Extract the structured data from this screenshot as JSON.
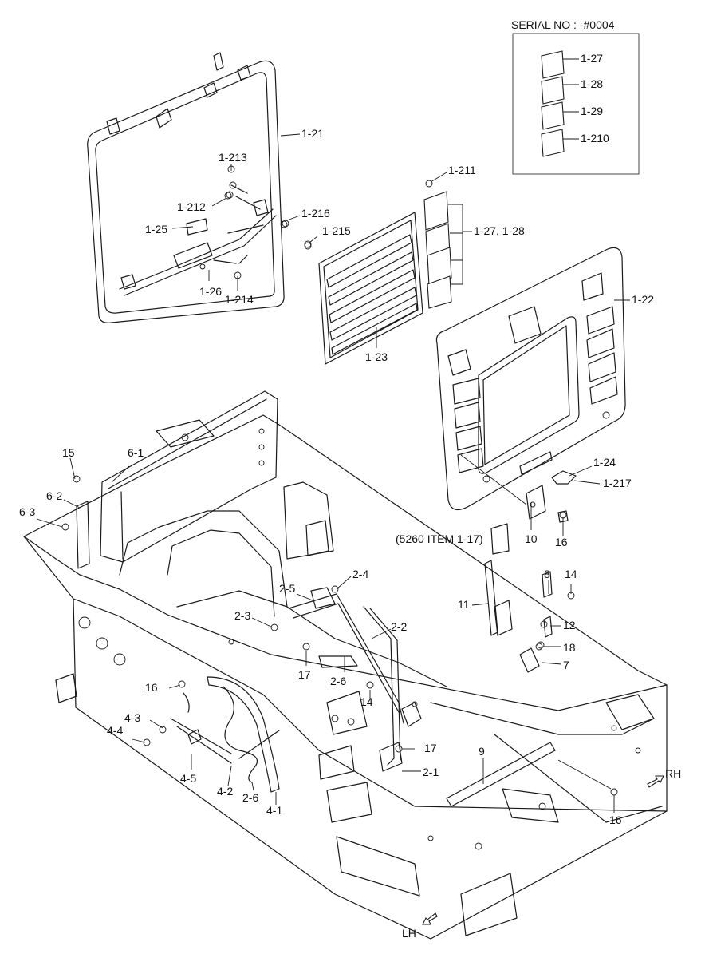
{
  "inset": {
    "title": "SERIAL NO : -#0004",
    "labels": [
      "1-27",
      "1-28",
      "1-29",
      "1-210"
    ]
  },
  "note": "(5260 ITEM 1-17)",
  "directions": {
    "right": "RH",
    "left": "LH"
  },
  "callouts": {
    "c_1_21": "1-21",
    "c_1_213": "1-213",
    "c_1_212": "1-212",
    "c_1_216": "1-216",
    "c_1_25": "1-25",
    "c_1_215": "1-215",
    "c_1_26": "1-26",
    "c_1_214": "1-214",
    "c_1_211": "1-211",
    "c_1_27_28": "1-27, 1-28",
    "c_1_23": "1-23",
    "c_1_22": "1-22",
    "c_1_24": "1-24",
    "c_1_217": "1-217",
    "c_10": "10",
    "c_16a": "16",
    "c_15": "15",
    "c_6_1": "6-1",
    "c_6_2": "6-2",
    "c_6_3": "6-3",
    "c_2_4": "2-4",
    "c_2_5": "2-5",
    "c_2_3": "2-3",
    "c_2_2": "2-2",
    "c_17a": "17",
    "c_2_6a": "2-6",
    "c_14a": "14",
    "c_17b": "17",
    "c_2_1": "2-1",
    "c_11": "11",
    "c_8": "8",
    "c_14b": "14",
    "c_12": "12",
    "c_18": "18",
    "c_7": "7",
    "c_16b": "16",
    "c_4_3": "4-3",
    "c_4_4": "4-4",
    "c_4_5": "4-5",
    "c_4_2": "4-2",
    "c_2_6b": "2-6",
    "c_4_1": "4-1",
    "c_9": "9",
    "c_16c": "16"
  }
}
